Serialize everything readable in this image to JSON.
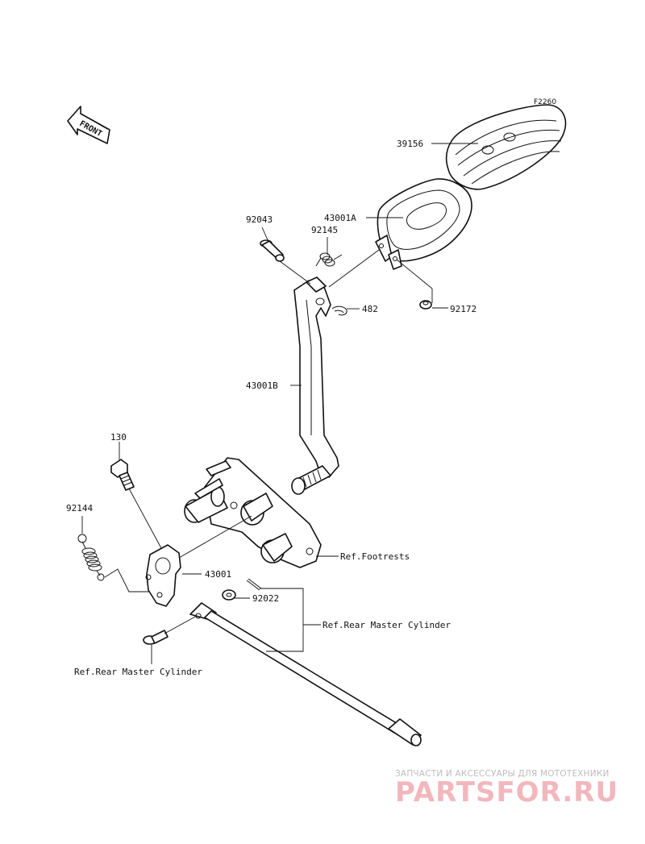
{
  "diagram_code": "F2260",
  "front_marker": "FRONT",
  "callouts": [
    {
      "id": "39156",
      "label": "39156"
    },
    {
      "id": "43001A",
      "label": "43001A"
    },
    {
      "id": "92043",
      "label": "92043"
    },
    {
      "id": "92145",
      "label": "92145"
    },
    {
      "id": "482",
      "label": "482"
    },
    {
      "id": "92172",
      "label": "92172"
    },
    {
      "id": "43001B",
      "label": "43001B"
    },
    {
      "id": "130",
      "label": "130"
    },
    {
      "id": "92144",
      "label": "92144"
    },
    {
      "id": "43001",
      "label": "43001"
    },
    {
      "id": "92022",
      "label": "92022"
    },
    {
      "id": "ref-footrests",
      "label": "Ref.Footrests"
    },
    {
      "id": "ref-rear-master-1",
      "label": "Ref.Rear Master Cylinder"
    },
    {
      "id": "ref-rear-master-2",
      "label": "Ref.Rear Master Cylinder"
    }
  ],
  "watermark": {
    "tagline": "ЗАПЧАСТИ И АКСЕССУАРЫ ДЛЯ МОТОТЕХНИКИ",
    "brand": "PARTSFOR.RU"
  }
}
